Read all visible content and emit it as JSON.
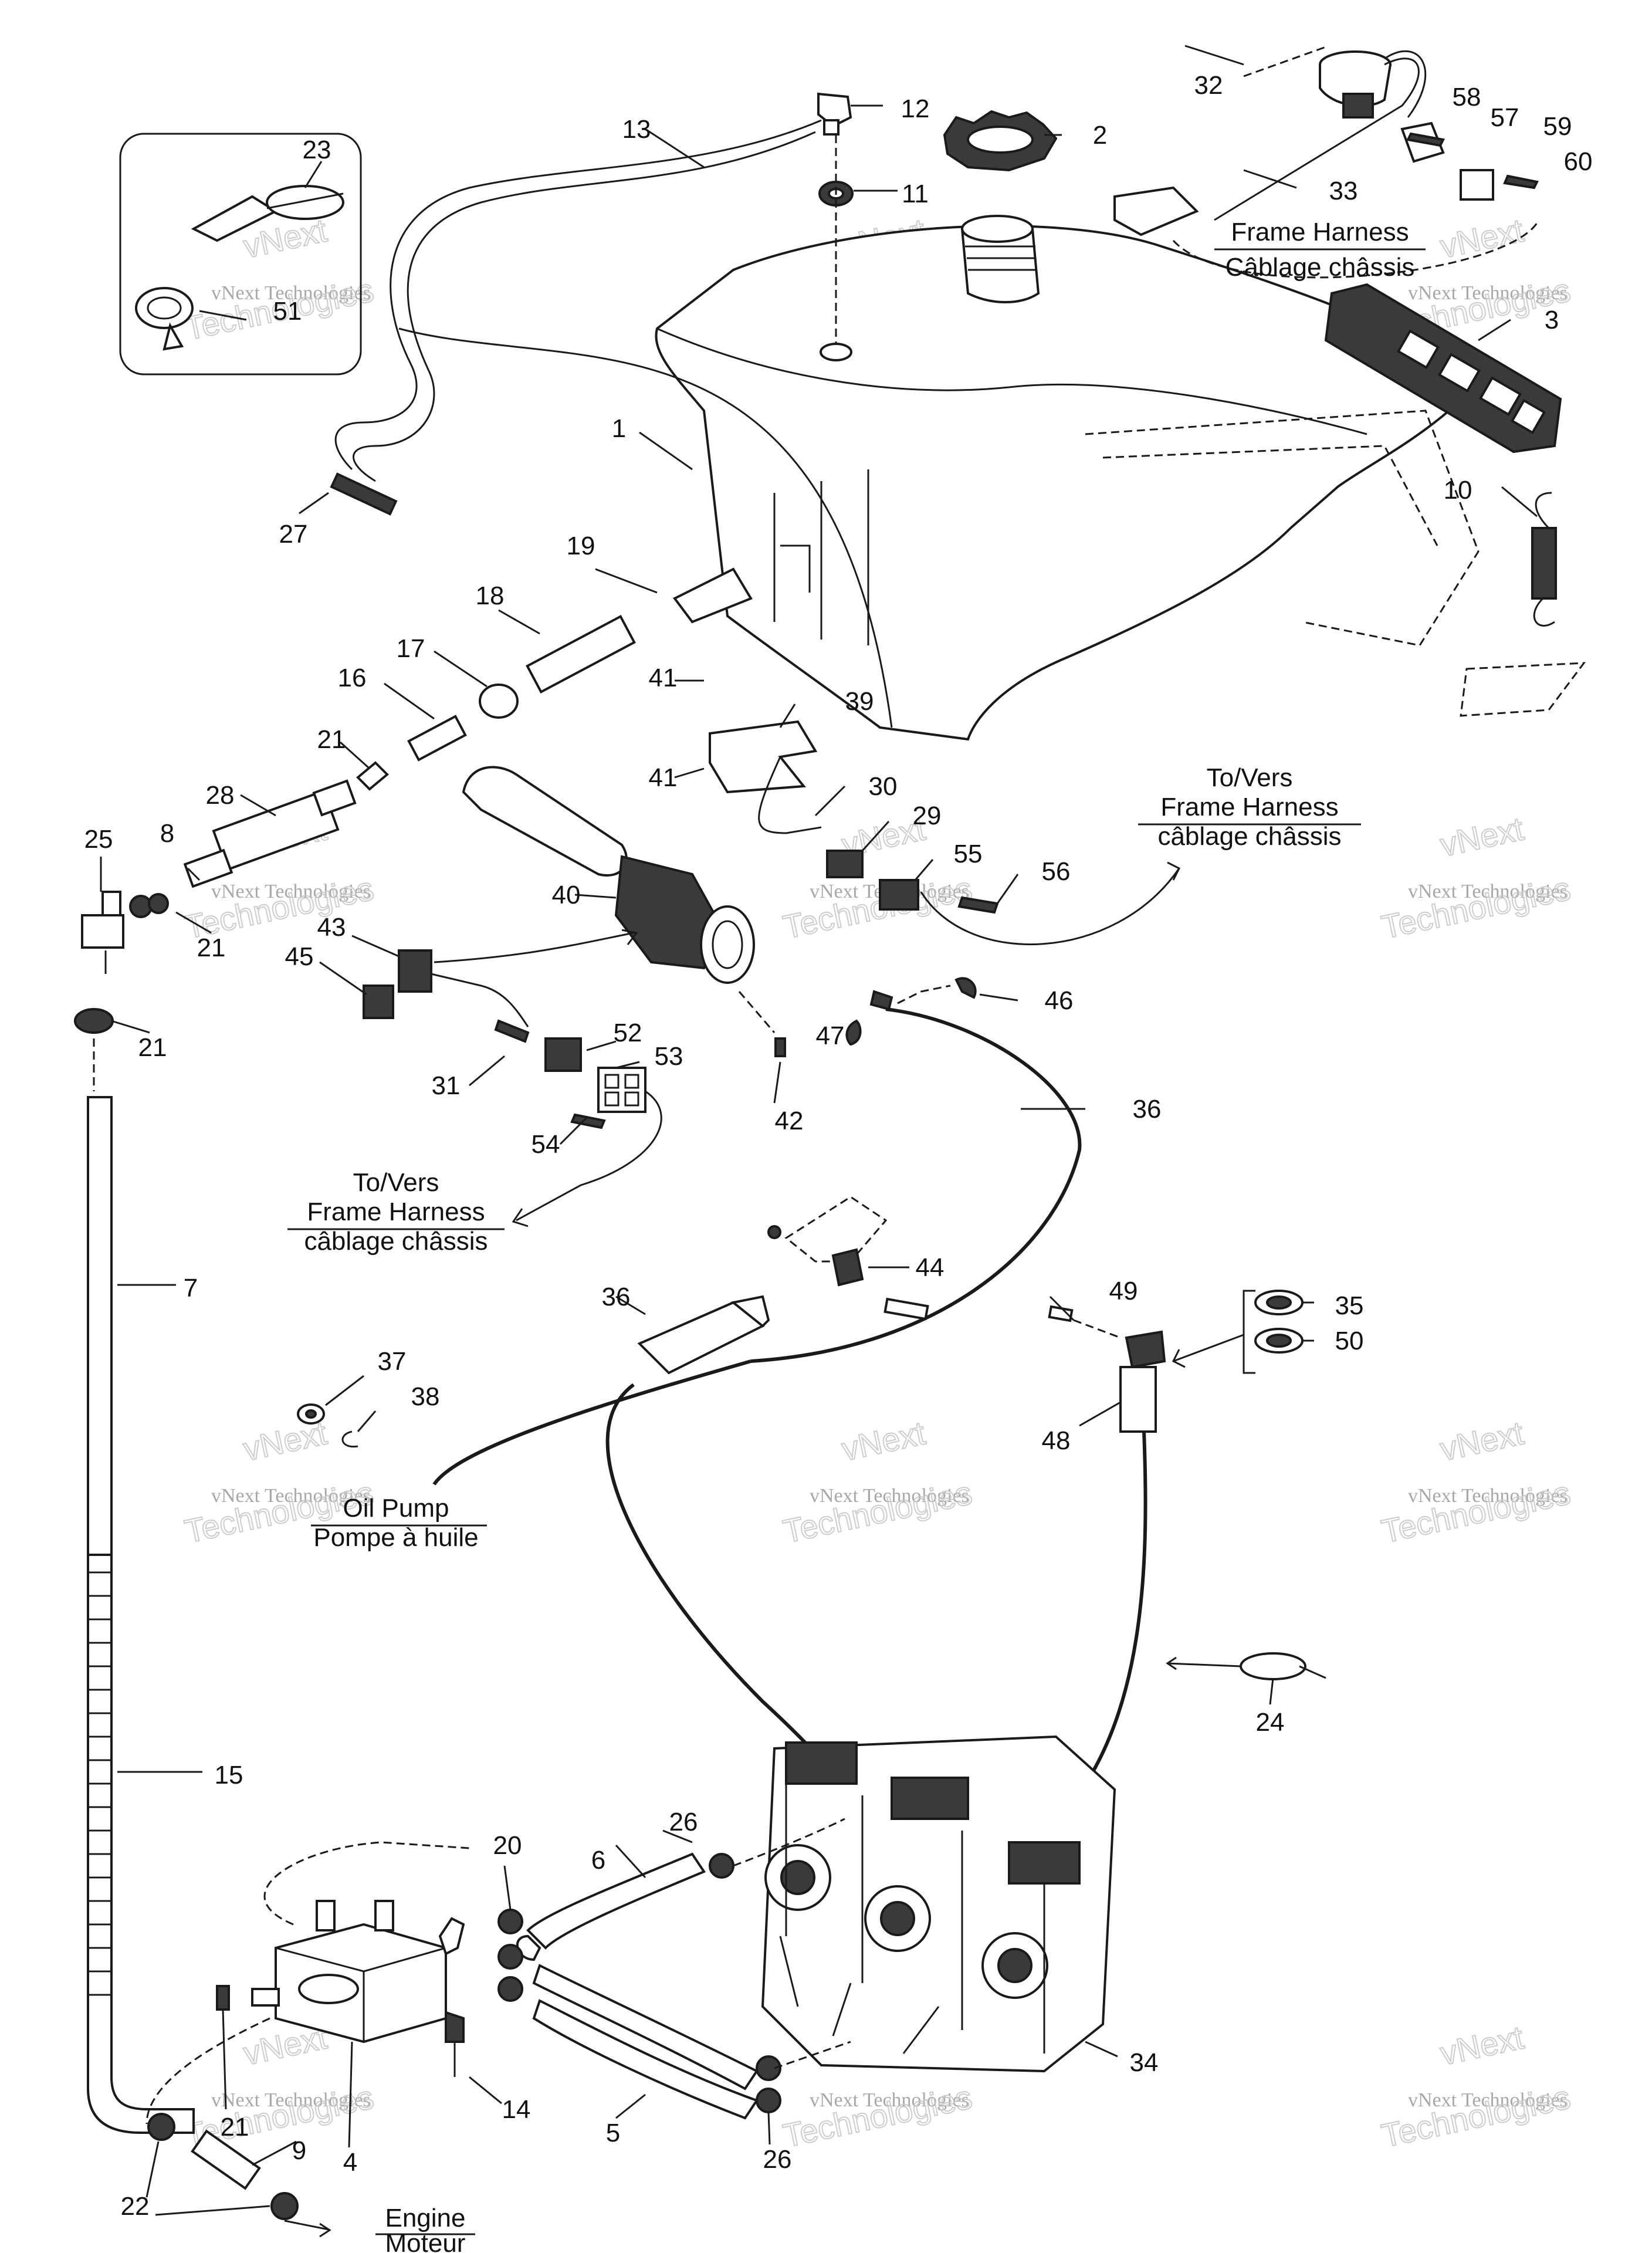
{
  "parts": [
    {
      "num": "1"
    },
    {
      "num": "2"
    },
    {
      "num": "3"
    },
    {
      "num": "4"
    },
    {
      "num": "5"
    },
    {
      "num": "6"
    },
    {
      "num": "7"
    },
    {
      "num": "8"
    },
    {
      "num": "9"
    },
    {
      "num": "10"
    },
    {
      "num": "11"
    },
    {
      "num": "12"
    },
    {
      "num": "13"
    },
    {
      "num": "14"
    },
    {
      "num": "15"
    },
    {
      "num": "16"
    },
    {
      "num": "17"
    },
    {
      "num": "18"
    },
    {
      "num": "19"
    },
    {
      "num": "20"
    },
    {
      "num": "21"
    },
    {
      "num": "22"
    },
    {
      "num": "23"
    },
    {
      "num": "24"
    },
    {
      "num": "25"
    },
    {
      "num": "26"
    },
    {
      "num": "27"
    },
    {
      "num": "28"
    },
    {
      "num": "29"
    },
    {
      "num": "30"
    },
    {
      "num": "31"
    },
    {
      "num": "32"
    },
    {
      "num": "33"
    },
    {
      "num": "34"
    },
    {
      "num": "35"
    },
    {
      "num": "36"
    },
    {
      "num": "37"
    },
    {
      "num": "38"
    },
    {
      "num": "39"
    },
    {
      "num": "40"
    },
    {
      "num": "41"
    },
    {
      "num": "42"
    },
    {
      "num": "43"
    },
    {
      "num": "44"
    },
    {
      "num": "45"
    },
    {
      "num": "46"
    },
    {
      "num": "47"
    },
    {
      "num": "48"
    },
    {
      "num": "49"
    },
    {
      "num": "50"
    },
    {
      "num": "51"
    },
    {
      "num": "52"
    },
    {
      "num": "53"
    },
    {
      "num": "54"
    },
    {
      "num": "55"
    },
    {
      "num": "56"
    },
    {
      "num": "57"
    },
    {
      "num": "58"
    },
    {
      "num": "59"
    },
    {
      "num": "60"
    }
  ],
  "captions": {
    "frame_harness_top_en": "Frame Harness",
    "frame_harness_top_fr": "Câblage châssis",
    "to_vers_right": "To/Vers",
    "frame_harness_right_en": "Frame Harness",
    "frame_harness_right_fr": "câblage châssis",
    "to_vers_left": "To/Vers",
    "frame_harness_left_en": "Frame Harness",
    "frame_harness_left_fr": "câblage châssis",
    "oil_pump_en": "Oil Pump",
    "oil_pump_fr": "Pompe à huile",
    "engine_en": "Engine",
    "engine_fr": "Moteur"
  },
  "watermark": {
    "brand": "vNext",
    "company": "vNext Technologies",
    "word": "Technologies"
  }
}
